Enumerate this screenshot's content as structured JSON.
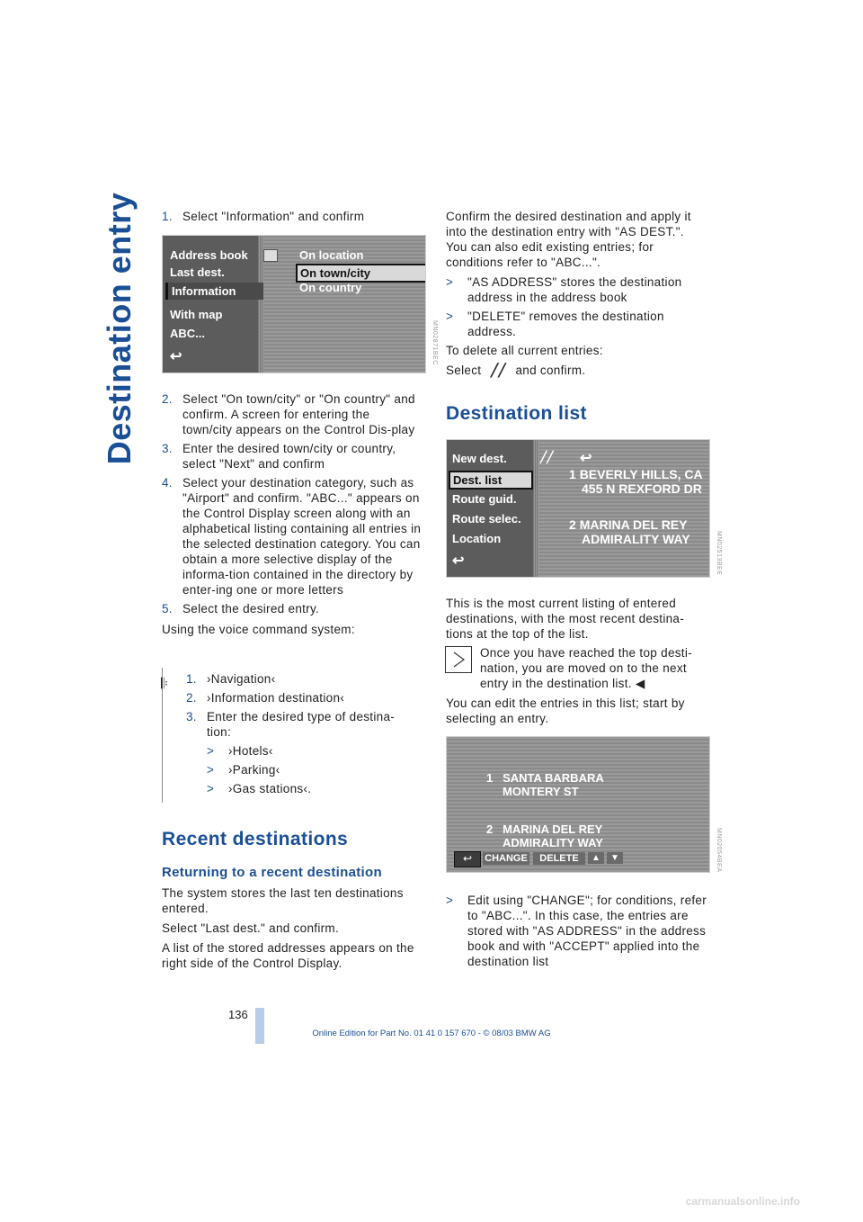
{
  "page": {
    "section_title": "Destination entry",
    "page_number": "136",
    "footer": "Online Edition for Part No. 01 41 0 157 670 - © 08/03 BMW AG",
    "watermark": "carmanualsonline.info"
  },
  "left_column": {
    "step1": {
      "num": "1.",
      "text": "Select \"Information\" and confirm"
    },
    "steps": [
      {
        "num": "2.",
        "text": "Select \"On town/city\" or \"On country\" and confirm. A screen for entering the town/city appears on the Control Dis-play"
      },
      {
        "num": "3.",
        "text": "Enter the desired town/city or country, select \"Next\" and confirm"
      },
      {
        "num": "4.",
        "text": "Select your destination category, such as \"Airport\" and confirm. \"ABC...\" appears on the Control Display screen along with an alphabetical listing containing all entries in the selected destination category. You can obtain a more selective display of the informa-tion contained in the directory by enter-ing one or more letters"
      },
      {
        "num": "5.",
        "text": "Select the desired entry."
      }
    ],
    "voice_intro": "Using the voice command system:",
    "voice_steps": [
      {
        "num": "1.",
        "text": "›Navigation‹"
      },
      {
        "num": "2.",
        "text": "›Information destination‹"
      },
      {
        "num": "3.",
        "text": "Enter the desired type of destina-tion:"
      }
    ],
    "voice_options": [
      "›Hotels‹",
      "›Parking‹",
      "›Gas stations‹."
    ],
    "recent_heading": "Recent destinations",
    "returning_heading": "Returning to a recent destination",
    "recent_p1": "The system stores the last ten destinations entered.",
    "recent_p2": "Select \"Last dest.\" and confirm.",
    "recent_p3": "A list of the stored addresses appears on the right side of the Control Display."
  },
  "right_column": {
    "p1": "Confirm the desired destination and apply it into the destination entry with \"AS DEST.\". You can also edit existing entries; for conditions refer to \"ABC...\".",
    "bullets1": [
      "\"AS ADDRESS\" stores the destination address in the address book",
      "\"DELETE\" removes the destination address."
    ],
    "delete_all": "To delete all current entries:",
    "select_word": "Select",
    "and_confirm": "and confirm.",
    "dest_list_heading": "Destination list",
    "p2": "This is the most current listing of entered destinations, with the most recent destina-tions at the top of the list.",
    "note": "Once you have reached the top desti-nation, you are moved on to the next entry in the destination list.",
    "p3": "You can edit the entries in this list; start by selecting an entry.",
    "bullets2": [
      "Edit using \"CHANGE\"; for conditions, refer to \"ABC...\". In this case, the entries are stored with \"AS ADDRESS\" in the address book and with \"ACCEPT\" applied into the destination list"
    ]
  },
  "screen1": {
    "left_items": [
      "Address book",
      "Last dest.",
      "Information",
      "With map",
      "ABC..."
    ],
    "right_items": [
      "On location",
      "On town/city",
      "On country"
    ],
    "code": "MN02871BEC"
  },
  "screen2": {
    "left_items": [
      "New dest.",
      "Dest. list",
      "Route guid.",
      "Route selec.",
      "Location"
    ],
    "entries": [
      {
        "num": "1",
        "line1": "BEVERLY HILLS, CA",
        "line2": "455 N REXFORD DR"
      },
      {
        "num": "2",
        "line1": "MARINA DEL REY",
        "line2": "ADMIRALITY WAY"
      }
    ],
    "code": "MN02513BEE"
  },
  "screen3": {
    "entries": [
      {
        "num": "1",
        "line1": "SANTA BARBARA",
        "line2": "MONTERY ST"
      },
      {
        "num": "2",
        "line1": "MARINA DEL REY",
        "line2": "ADMIRALITY WAY"
      }
    ],
    "buttons": [
      "CHANGE",
      "DELETE"
    ],
    "code": "MN02054BEA"
  }
}
